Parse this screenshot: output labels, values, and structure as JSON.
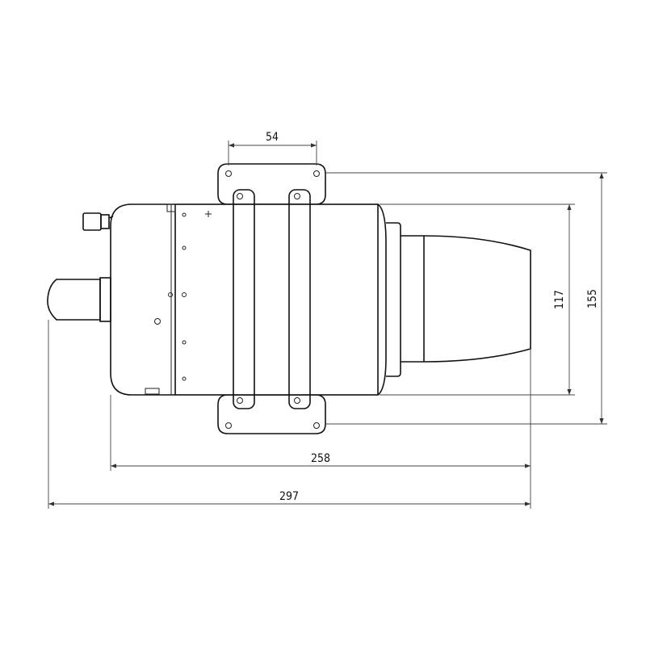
{
  "drawing": {
    "dimensions": {
      "mount_hole_spacing": "54",
      "body_diameter": "117",
      "mount_height": "155",
      "body_length": "258",
      "overall_length": "297"
    },
    "colors": {
      "line": "#111111",
      "background": "#ffffff"
    }
  }
}
